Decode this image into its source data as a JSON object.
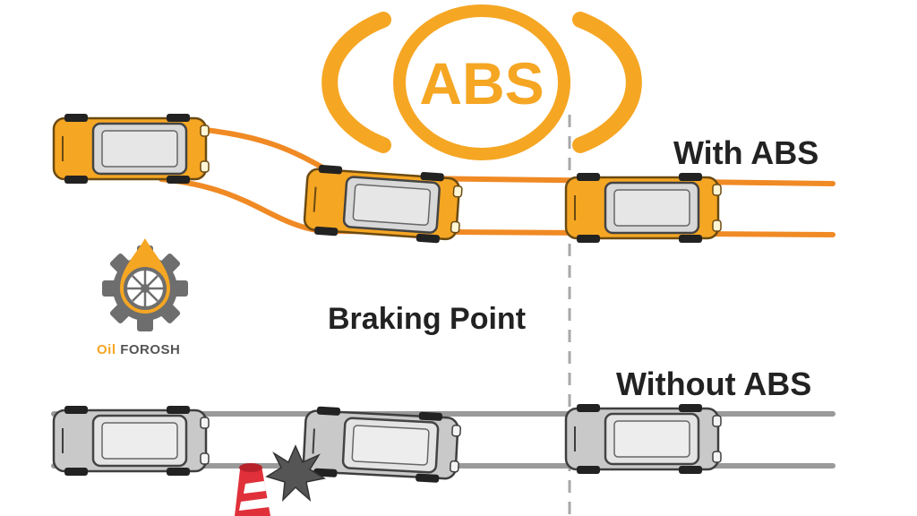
{
  "badge": {
    "text": "ABS"
  },
  "labels": {
    "with_abs": "With ABS",
    "braking_point": "Braking Point",
    "without_abs": "Without ABS"
  },
  "logo": {
    "text_part1": "Oil",
    "text_part2": "FOROSH"
  },
  "colors": {
    "abs_orange": "#f5a623",
    "lane_orange": "#f08a24",
    "car_orange": "#f5a623",
    "car_gray": "#c9c9c9",
    "road_gray": "#9a9a9a",
    "dashed_line": "#a8a8a8",
    "text": "#222222",
    "logo_gray": "#555555"
  },
  "icons": [
    "abs-warning-icon",
    "car-icon",
    "traffic-cone-icon",
    "impact-burst-icon",
    "gear-wheel-logo-icon"
  ]
}
